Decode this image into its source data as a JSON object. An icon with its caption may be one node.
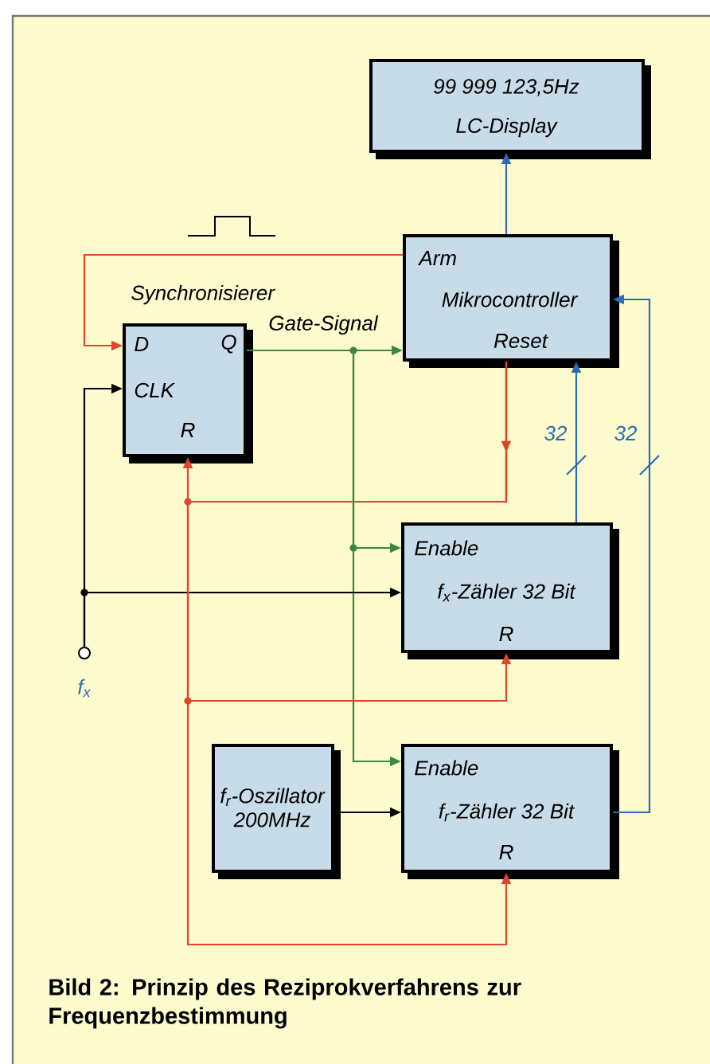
{
  "diagram": {
    "caption": "Bild 2: Prinzip des Reziprokverfahrens zur Frequenzbestimmung",
    "nodes": [
      {
        "text": [
          "99 999 123,5Hz",
          "LC-Display"
        ]
      },
      {
        "text": [
          "Arm",
          "Mikrocontroller",
          "Reset"
        ]
      },
      {
        "text": [
          "Synchronisierer",
          "D",
          "Q",
          "CLK",
          "R"
        ]
      },
      {
        "text": [
          "Enable",
          "f$_{x}$-Zähler 32 Bit",
          "R"
        ]
      },
      {
        "text": [
          "f$_{r}$-Oszillator 200MHz"
        ]
      },
      {
        "text": [
          "Enable",
          "f$_{r}$-Zähler 32 Bit",
          "R"
        ]
      },
      {
        "text": [],
        "shape": "circle",
        "beside": [
          "f$_{x}$"
        ]
      }
    ],
    "edges": [
      {
        "from": 1,
        "to": 0,
        "arrow": "to",
        "color": "#2a6db5"
      },
      {
        "from": 1,
        "to": 2,
        "arrow": "to",
        "color": "#e0452c"
      },
      {
        "from": 2,
        "to": 1,
        "arrow": "to",
        "color": "#3a8a3a",
        "label": "Gate-Signal"
      },
      {
        "from": 2,
        "to": 3,
        "arrow": "to",
        "color": "#3a8a3a"
      },
      {
        "from": 2,
        "to": 5,
        "arrow": "to",
        "color": "#3a8a3a"
      },
      {
        "from": 6,
        "to": 2,
        "arrow": "to",
        "color": "#000000"
      },
      {
        "from": 6,
        "to": 3,
        "arrow": "to",
        "color": "#000000"
      },
      {
        "from": 1,
        "to": 2,
        "arrow": "to",
        "color": "#e0452c"
      },
      {
        "from": 1,
        "to": 3,
        "arrow": "to",
        "color": "#e0452c"
      },
      {
        "from": 1,
        "to": 5,
        "arrow": "to",
        "color": "#e0452c"
      },
      {
        "from": 3,
        "to": 1,
        "arrow": "to",
        "color": "#2a6db5",
        "label": "32"
      },
      {
        "from": 5,
        "to": 1,
        "arrow": "to",
        "color": "#2a6db5",
        "label": "32"
      },
      {
        "from": 4,
        "to": 5,
        "arrow": "to",
        "color": "#000000"
      }
    ]
  }
}
